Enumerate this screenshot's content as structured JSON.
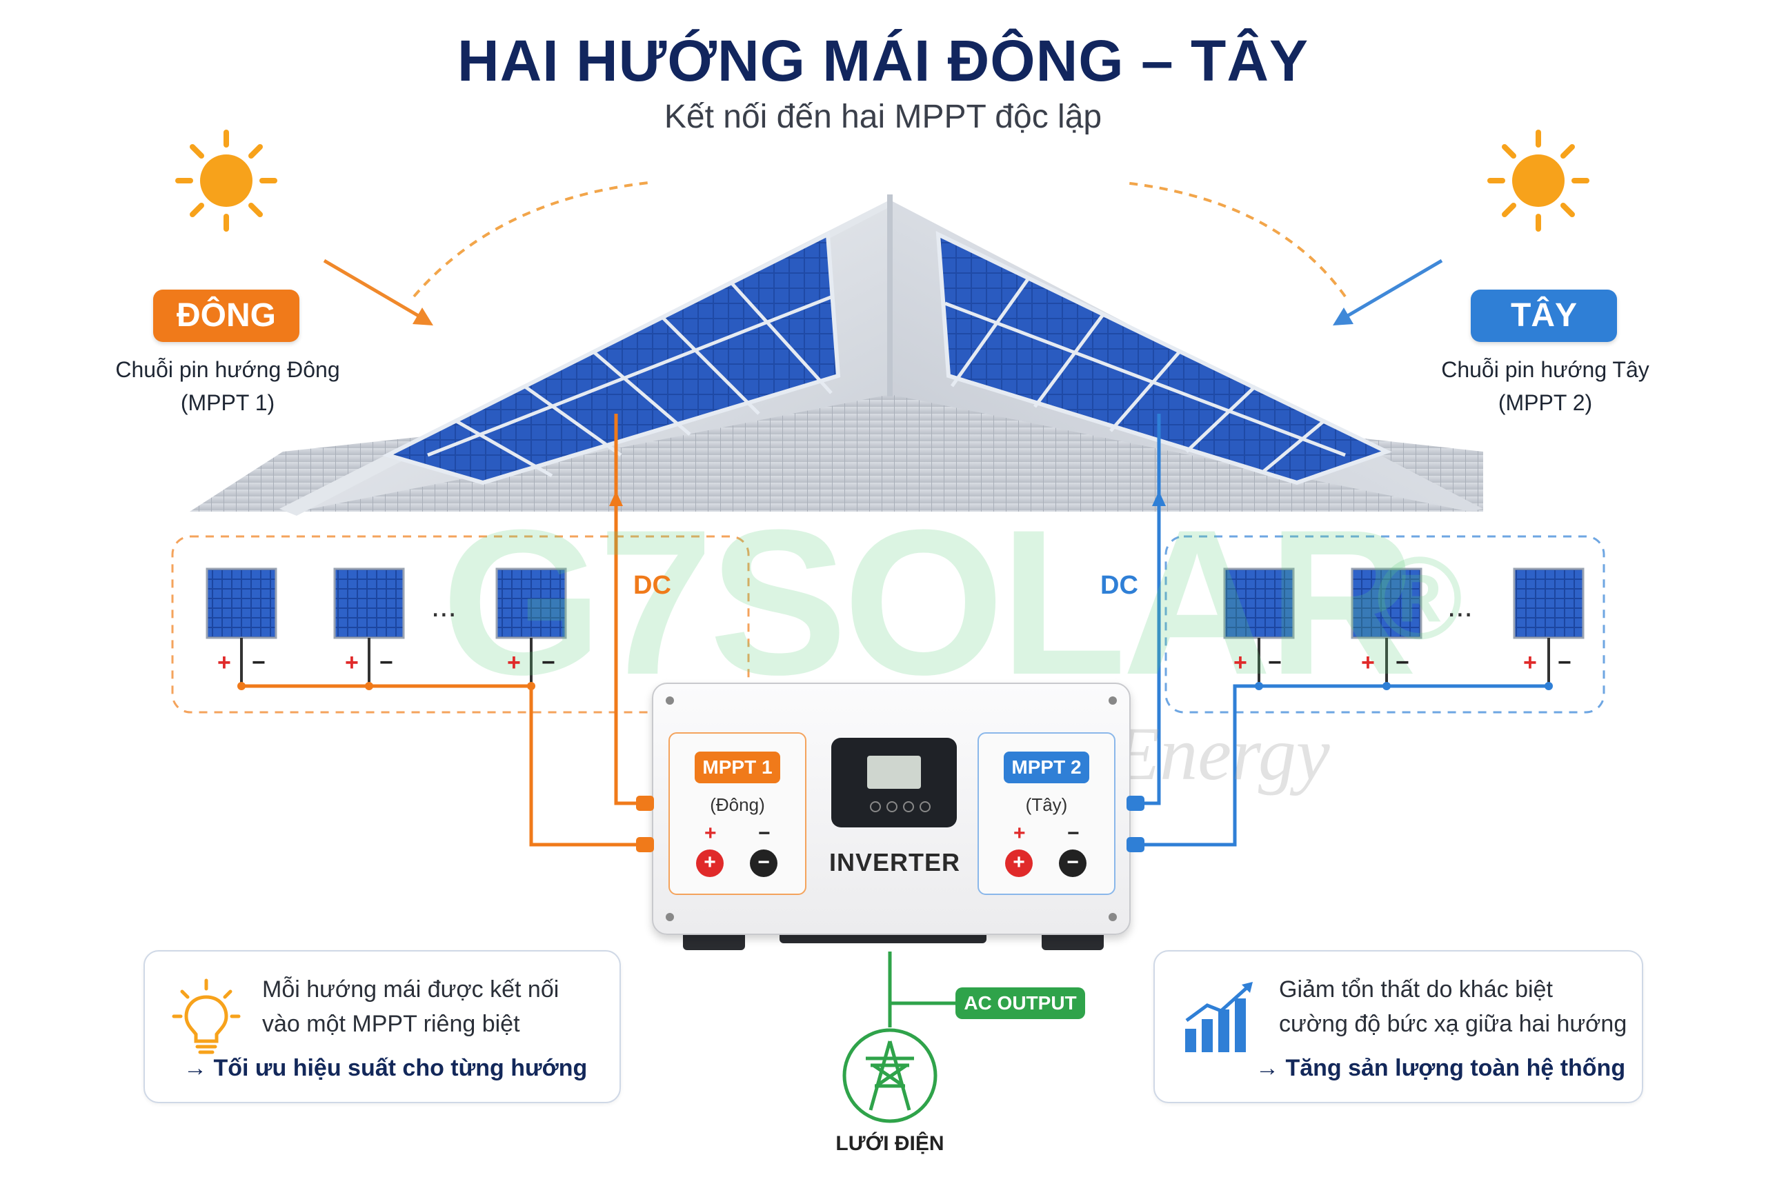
{
  "header": {
    "title": "HAI HƯỚNG MÁI ĐÔNG – TÂY",
    "subtitle": "Kết nối đến hai MPPT độc lập"
  },
  "east": {
    "badge": "ĐÔNG",
    "line1": "Chuỗi pin hướng Đông",
    "line2": "(MPPT 1)",
    "dc_label": "DC",
    "color": "#f07a1a"
  },
  "west": {
    "badge": "TÂY",
    "line1": "Chuỗi pin hướng Tây",
    "line2": "(MPPT 2)",
    "dc_label": "DC",
    "color": "#2f7fd6"
  },
  "panel_strings": {
    "ellipsis": "...",
    "plus": "+",
    "minus": "−"
  },
  "watermark": {
    "brand": "G7SOLAR",
    "registered": "®",
    "tagline": "Next Energy"
  },
  "inverter": {
    "label": "INVERTER",
    "mppt1": {
      "badge": "MPPT 1",
      "sub": "(Đông)"
    },
    "mppt2": {
      "badge": "MPPT 2",
      "sub": "(Tây)"
    },
    "plus": "+",
    "minus": "−"
  },
  "ac": {
    "output_label": "AC OUTPUT",
    "grid_label": "LƯỚI ĐIỆN",
    "color": "#2fa34a"
  },
  "cards": {
    "left": {
      "line1": "Mỗi hướng mái được kết nối",
      "line2": "vào một MPPT riêng biệt",
      "emphasis": "→ Tối ưu hiệu suất cho từng hướng",
      "icon": "lightbulb-icon"
    },
    "right": {
      "line1": "Giảm tổn thất do khác biệt",
      "line2": "cường độ bức xạ giữa hai hướng",
      "emphasis": "→ Tăng sản lượng toàn hệ thống",
      "icon": "bar-chart-growth-icon"
    }
  }
}
